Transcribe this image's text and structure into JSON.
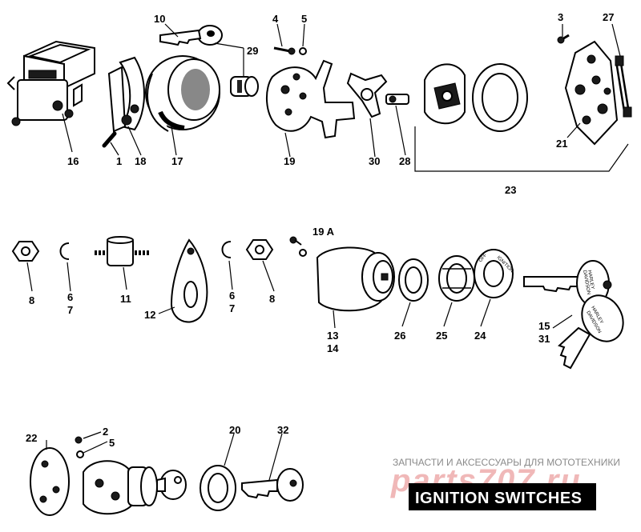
{
  "title": "IGNITION SWITCHES",
  "watermark": {
    "caption": "ЗАПЧАСТИ И АКСЕССУАРЫ ДЛЯ МОТОТЕХНИКИ",
    "brand": "parts707.ru"
  },
  "key_text": {
    "brand_line1": "HARLEY",
    "brand_line2": "DAVIDSON",
    "ignition_mark": "IGNITION",
    "off_mark": "OFF"
  },
  "callouts": {
    "c1": "1",
    "c2": "2",
    "c3": "3",
    "c4": "4",
    "c5a": "5",
    "c5b": "5",
    "c6a": "6",
    "c7a": "7",
    "c6b": "6",
    "c7b": "7",
    "c8a": "8",
    "c8b": "8",
    "c10": "10",
    "c11": "11",
    "c12": "12",
    "c13": "13",
    "c14": "14",
    "c15": "15",
    "c16": "16",
    "c17": "17",
    "c18": "18",
    "c19": "19",
    "c19a": "19 A",
    "c20": "20",
    "c21": "21",
    "c22": "22",
    "c23": "23",
    "c24": "24",
    "c25": "25",
    "c26": "26",
    "c27": "27",
    "c28": "28",
    "c29": "29",
    "c30": "30",
    "c31": "31",
    "c32": "32"
  }
}
